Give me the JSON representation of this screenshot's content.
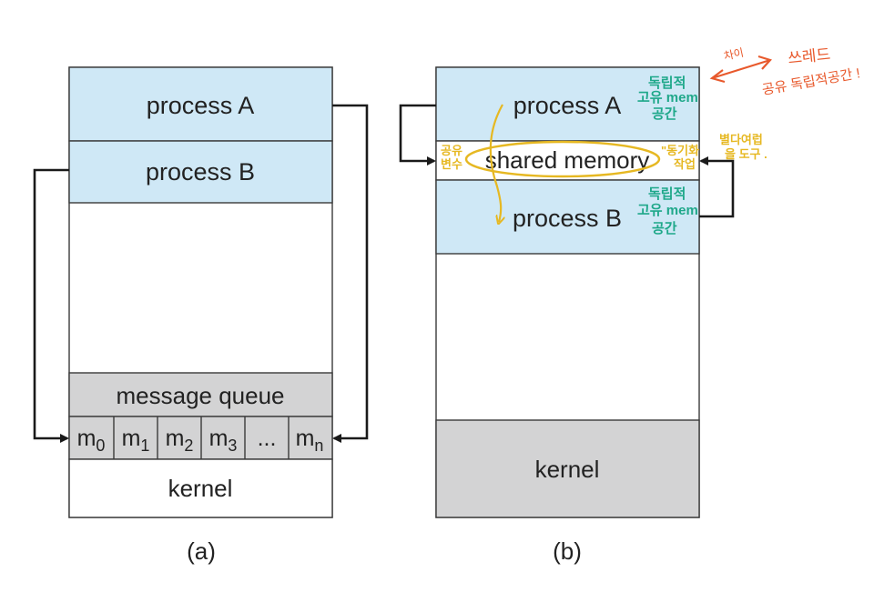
{
  "diagram_a": {
    "process_a": "process A",
    "process_b": "process B",
    "message_queue": "message queue",
    "slots": [
      {
        "base": "m",
        "sub": "0"
      },
      {
        "base": "m",
        "sub": "1"
      },
      {
        "base": "m",
        "sub": "2"
      },
      {
        "base": "m",
        "sub": "3"
      },
      {
        "base": "...",
        "sub": ""
      },
      {
        "base": "m",
        "sub": "n"
      }
    ],
    "kernel": "kernel",
    "caption": "(a)"
  },
  "diagram_b": {
    "process_a": "process A",
    "shared_memory": "shared memory",
    "process_b": "process B",
    "kernel": "kernel",
    "caption": "(b)"
  },
  "annotations": {
    "top_right_line1": "쓰레드",
    "top_right_line1_prefix": "차이",
    "top_right_line2": "공유 독립적공간 !",
    "proc_a_note": [
      "독립적",
      "고유 mem",
      "공간"
    ],
    "proc_b_note": [
      "독립적",
      "고유 mem",
      "공간"
    ],
    "left_note": [
      "공유",
      "변수"
    ],
    "sync_note": [
      "\"동기화",
      "작업"
    ],
    "right_note": [
      "별다여럽",
      "을 도구 ."
    ]
  },
  "colors": {
    "process_fill": "#cfe8f6",
    "gray_fill": "#d3d3d4",
    "stroke": "#3a3a3a",
    "green_ink": "#1fa88a",
    "orange_ink": "#e8592c",
    "yellow_ink": "#e6b822"
  }
}
